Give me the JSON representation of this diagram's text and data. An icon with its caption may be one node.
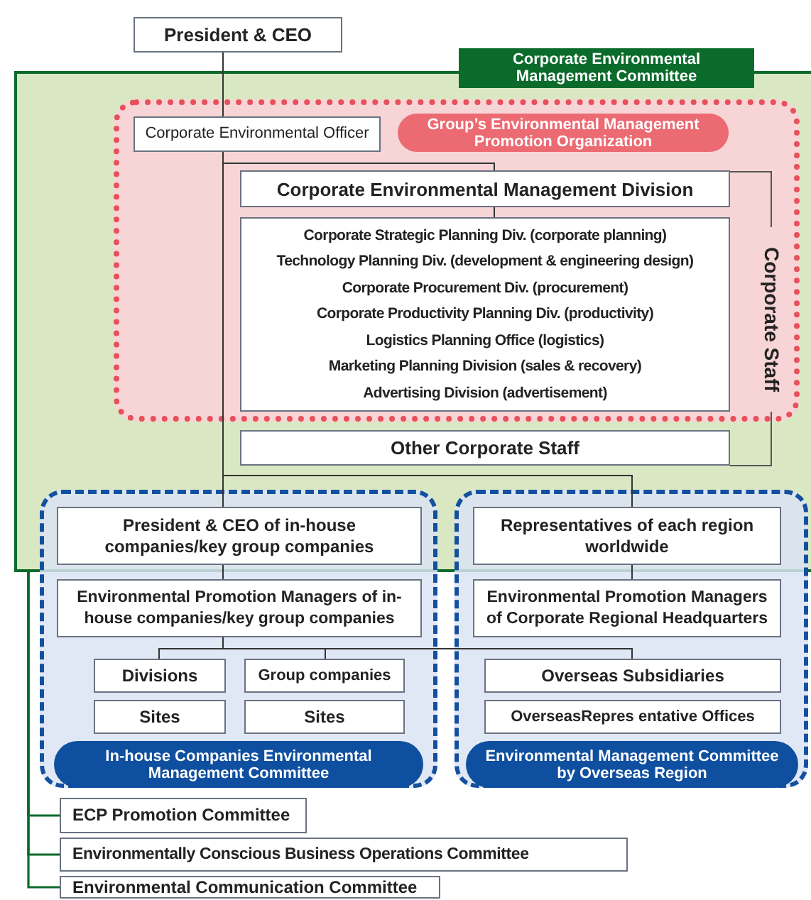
{
  "diagram": {
    "nodes": [
      {
        "text": [
          "President & CEO"
        ]
      },
      {
        "text": [
          "Corporate Environmental Management Committee"
        ]
      },
      {
        "text": [
          "Group’s Environmental Management Promotion Organization"
        ],
        "in": 1
      },
      {
        "text": [
          "Corporate Environmental Officer"
        ],
        "in": 2
      },
      {
        "text": [
          "Corporate Environmental Management Division"
        ],
        "in": 2
      },
      {
        "text": [
          "Corporate Strategic Planning Div. (corporate planning)",
          "Technology Planning Div. (development & engineering design)",
          "Corporate Procurement Div. (procurement)",
          "Corporate Productivity Planning Div. (productivity)",
          "Logistics Planning Office (logistics)",
          "Marketing Planning Division (sales & recovery)",
          "Advertising Division (advertisement)"
        ],
        "in": 2
      },
      {
        "text": [
          "Other Corporate Staff"
        ],
        "in": 1
      },
      {
        "text": [
          "In-house Companies Environmental Management Committee"
        ]
      },
      {
        "text": [
          "President & CEO of in-house companies/key group companies"
        ]
      },
      {
        "text": [
          "Environmental Promotion Managers of in-house companies/key group companies"
        ],
        "in": 7
      },
      {
        "text": [
          "Divisions"
        ],
        "in": 7
      },
      {
        "text": [
          "Group companies"
        ],
        "in": 7
      },
      {
        "text": [
          "Sites"
        ],
        "in": 7
      },
      {
        "text": [
          "Sites"
        ],
        "in": 7
      },
      {
        "text": [
          "Environmental Management Committee by Overseas Region"
        ]
      },
      {
        "text": [
          "Representatives of each region worldwide"
        ]
      },
      {
        "text": [
          "Environmental Promotion Managers of Corporate Regional Headquarters"
        ],
        "in": 14
      },
      {
        "text": [
          "Overseas Subsidiaries"
        ],
        "in": 14
      },
      {
        "text": [
          "OverseasRepres entative Offices"
        ],
        "in": 14
      },
      {
        "text": [
          "ECP Promotion Committee"
        ]
      },
      {
        "text": [
          "Environmentally Conscious Business Operations Committee"
        ]
      },
      {
        "text": [
          "Environmental Communication Committee"
        ]
      }
    ],
    "edges": [
      {
        "from": 0,
        "to": 3,
        "arrow": "none"
      },
      {
        "from": 3,
        "to": 4,
        "arrow": "none"
      },
      {
        "from": 4,
        "to": 5,
        "arrow": "none"
      },
      {
        "from": 3,
        "to": 8,
        "arrow": "none"
      },
      {
        "from": 3,
        "to": 15,
        "arrow": "none"
      },
      {
        "from": 8,
        "to": 9,
        "arrow": "none"
      },
      {
        "from": 9,
        "to": 10,
        "arrow": "none"
      },
      {
        "from": 9,
        "to": 11,
        "arrow": "none"
      },
      {
        "from": 9,
        "to": 17,
        "arrow": "none"
      },
      {
        "from": 15,
        "to": 16,
        "arrow": "none"
      },
      {
        "from": 1,
        "to": 19,
        "arrow": "none",
        "color": "#0a6b2b"
      },
      {
        "from": 1,
        "to": 20,
        "arrow": "none",
        "color": "#0a6b2b"
      },
      {
        "from": 1,
        "to": 21,
        "arrow": "none",
        "color": "#0a6b2b"
      }
    ],
    "labels": [
      "Corporate Staff"
    ]
  }
}
